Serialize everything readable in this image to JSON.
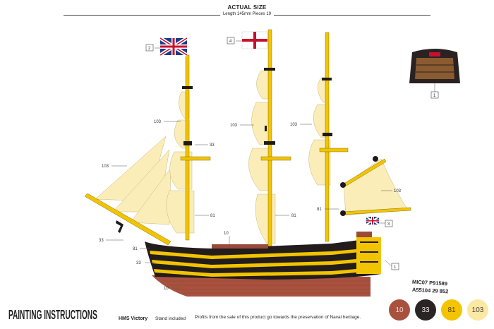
{
  "header": {
    "actual_size": "ACTUAL SIZE",
    "dimensions": "Length 145mm   Pieces 19"
  },
  "footer": {
    "title": "PAINTING INSTRUCTIONS",
    "ship_name": "HMS Victory",
    "stand": "Stand included",
    "profits": "Profits from the sale of this product go towards the preservation of Naval heritage."
  },
  "codes": [
    "MIC07 P91589",
    "A55104 29 852"
  ],
  "part_callouts": [
    "1",
    "2",
    "3",
    "4",
    "1"
  ],
  "color_callouts": [
    "103",
    "33",
    "103",
    "81",
    "10",
    "33",
    "81",
    "33",
    "10",
    "103",
    "81",
    "103",
    "81",
    "103"
  ],
  "paints": [
    {
      "number": "10",
      "color": "#a9513f"
    },
    {
      "number": "33",
      "color": "#2b2424"
    },
    {
      "number": "81",
      "color": "#f4c400"
    },
    {
      "number": "103",
      "color": "#fbe8a3"
    }
  ]
}
